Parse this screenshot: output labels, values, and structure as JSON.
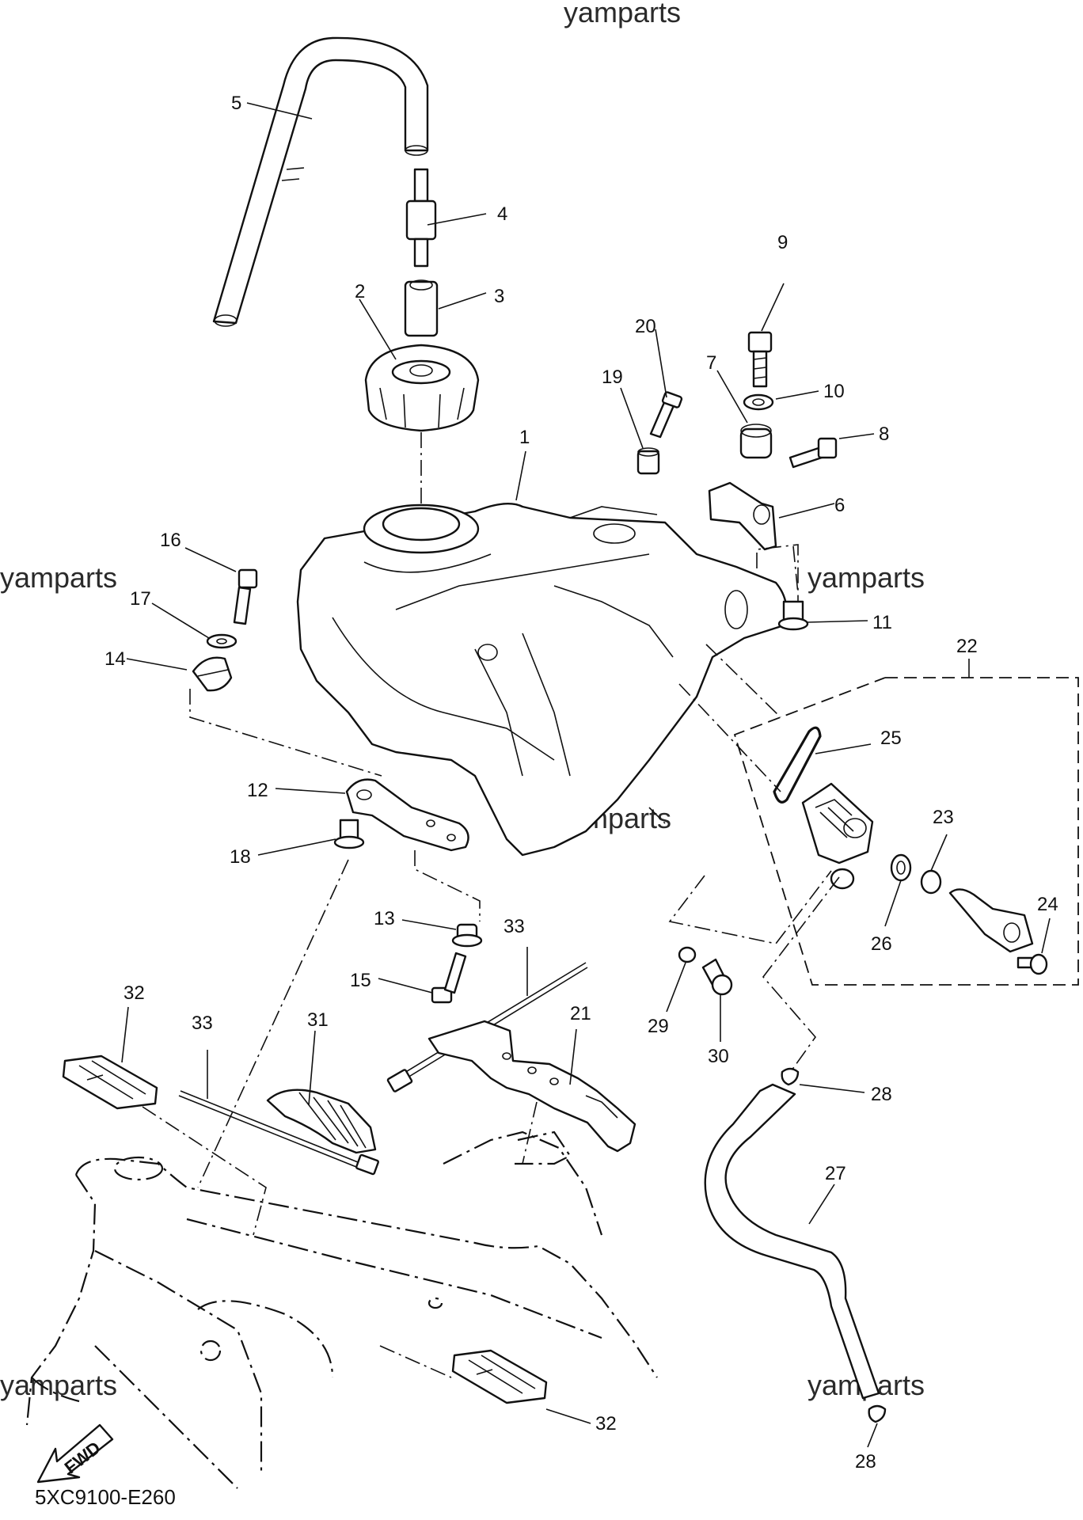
{
  "watermark": "yamparts",
  "diagram_code": "5XC9100-E260",
  "fwd_label": "FWD",
  "callouts": {
    "c1": "1",
    "c2": "2",
    "c3": "3",
    "c4": "4",
    "c5": "5",
    "c6": "6",
    "c7": "7",
    "c8": "8",
    "c9": "9",
    "c10": "10",
    "c11": "11",
    "c12": "12",
    "c13": "13",
    "c14": "14",
    "c15": "15",
    "c16": "16",
    "c17": "17",
    "c18": "18",
    "c19": "19",
    "c20": "20",
    "c21": "21",
    "c22": "22",
    "c23": "23",
    "c24": "24",
    "c25": "25",
    "c26": "26",
    "c27": "27",
    "c28a": "28",
    "c28b": "28",
    "c29": "29",
    "c30": "30",
    "c31": "31",
    "c32a": "32",
    "c32b": "32",
    "c33a": "33",
    "c33b": "33"
  }
}
